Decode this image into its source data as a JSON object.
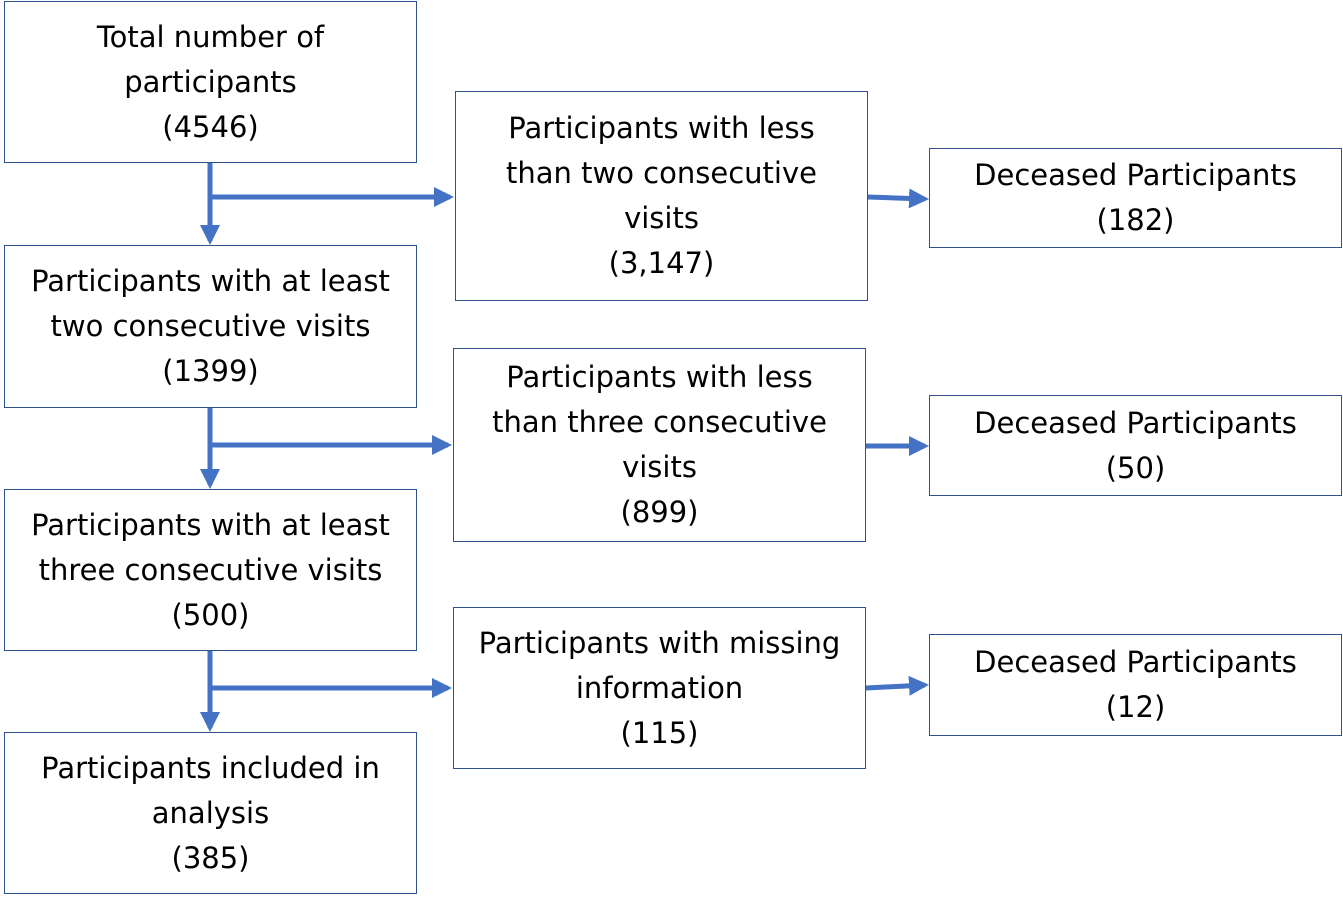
{
  "colors": {
    "box_border": "#2f528f",
    "arrow": "#4472c4",
    "text": "#000000"
  },
  "boxes": {
    "total": {
      "line1": "Total number of",
      "line2": "participants",
      "count": "(4546)"
    },
    "two_visits": {
      "line1": "Participants with at least",
      "line2": "two consecutive visits",
      "count": "(1399)"
    },
    "three_visits": {
      "line1": "Participants with at least",
      "line2": "three consecutive visits",
      "count": "(500)"
    },
    "included": {
      "line1": "Participants included in",
      "line2": "analysis",
      "count": "(385)"
    },
    "excluded_two": {
      "line1": "Participants with less",
      "line2": "than two consecutive",
      "line3": "visits",
      "count": "(3,147)"
    },
    "excluded_three": {
      "line1": "Participants with less",
      "line2": "than three consecutive",
      "line3": "visits",
      "count": "(899)"
    },
    "excluded_missing": {
      "line1": "Participants with missing",
      "line2": "information",
      "count": "(115)"
    },
    "deceased_1": {
      "line1": "Deceased Participants",
      "count": "(182)"
    },
    "deceased_2": {
      "line1": "Deceased Participants",
      "count": "(50)"
    },
    "deceased_3": {
      "line1": "Deceased Participants",
      "count": "(12)"
    }
  }
}
